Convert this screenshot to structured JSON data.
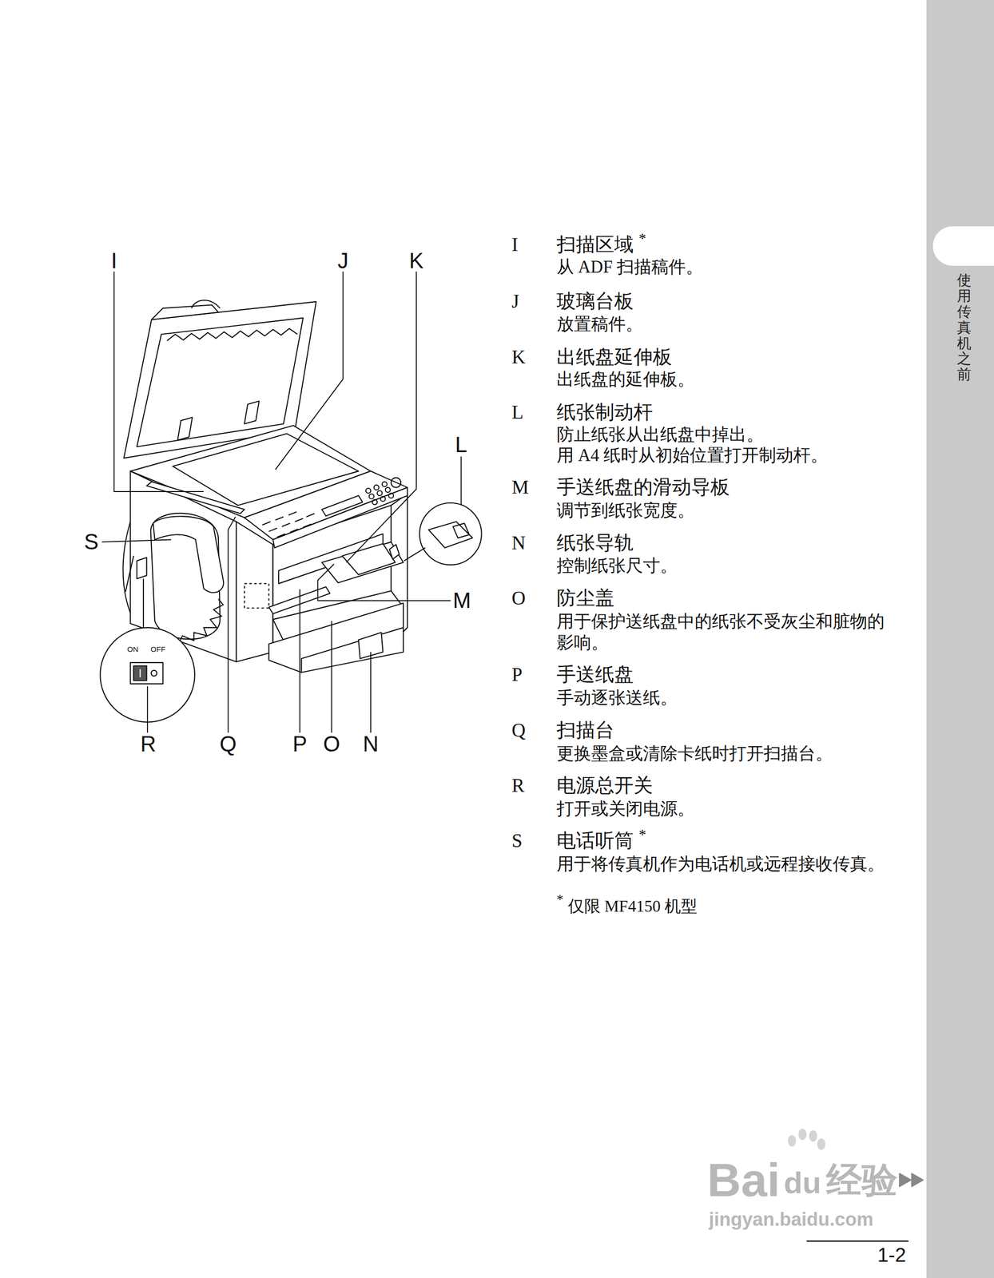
{
  "diagram": {
    "nodes": [
      {
        "text": [
          "使用传真机之前"
        ]
      }
    ],
    "labels": [
      "I",
      "J",
      "K",
      "L",
      "S",
      "M",
      "R",
      "Q",
      "P",
      "O",
      "N",
      "ON",
      "OFF",
      "I",
      "扫描区域",
      "*",
      "从 ADF 扫描稿件。",
      "J",
      "玻璃台板",
      "放置稿件。",
      "K",
      "出纸盘延伸板",
      "出纸盘的延伸板。",
      "L",
      "纸张制动杆",
      "防止纸张从出纸盘中掉出。",
      "用 A4 纸时从初始位置打开制动杆。",
      "M",
      "手送纸盘的滑动导板",
      "调节到纸张宽度。",
      "N",
      "纸张导轨",
      "控制纸张尺寸。",
      "O",
      "防尘盖",
      "用于保护送纸盘中的纸张不受灰尘和脏物的 影响。",
      "P",
      "手送纸盘",
      "手动逐张送纸。",
      "Q",
      "扫描台",
      "更换墨盒或清除卡纸时打开扫描台。",
      "R",
      "电源总开关",
      "打开或关闭电源。",
      "S",
      "电话听筒",
      "*",
      "用于将传真机作为电话机或远程接收传真。",
      "*",
      "仅限 MF4150 机型",
      "1-2",
      "Bai",
      "du",
      "经验",
      "jingyan.baidu.com"
    ]
  }
}
